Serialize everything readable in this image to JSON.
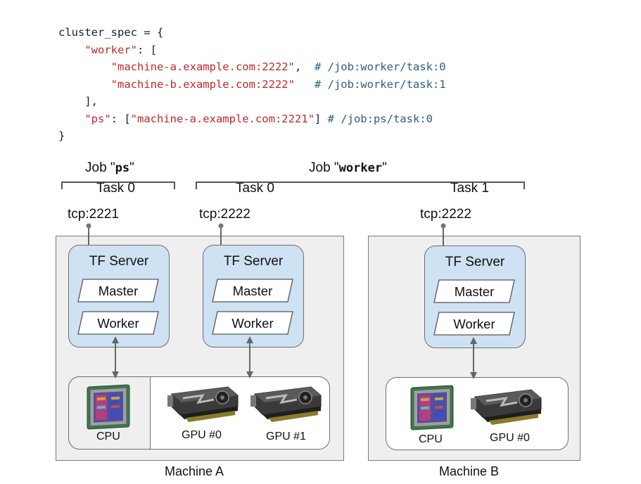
{
  "code": {
    "line1": "cluster_spec = {",
    "worker_key": "\"worker\"",
    "worker_open": ": [",
    "host_a_2222": "\"machine-a.example.com:2222\"",
    "comma": ",",
    "comment_w0": "# /job:worker/task:0",
    "host_b_2222": "\"machine-b.example.com:2222\"",
    "comment_w1": "# /job:worker/task:1",
    "close_list": "],",
    "ps_key": "\"ps\"",
    "ps_open": ": [",
    "host_a_2221": "\"machine-a.example.com:2221\"",
    "ps_close": "]",
    "comment_ps": "# /job:ps/task:0",
    "line_end": "}"
  },
  "jobs": {
    "ps": {
      "prefix": "Job \"",
      "name": "ps",
      "suffix": "\"",
      "task": "Task 0"
    },
    "worker": {
      "prefix": "Job \"",
      "name": "worker",
      "suffix": "\"",
      "task0": "Task 0",
      "task1": "Task 1"
    }
  },
  "ports": {
    "ps": "tcp:2221",
    "worker0": "tcp:2222",
    "worker1": "tcp:2222"
  },
  "server": {
    "title": "TF Server",
    "master": "Master",
    "worker": "Worker"
  },
  "devices": {
    "cpu": "CPU",
    "gpu0": "GPU #0",
    "gpu1": "GPU #1"
  },
  "machines": {
    "a": "Machine A",
    "b": "Machine B"
  },
  "colors": {
    "server_fill": "#cfe2f3",
    "machine_fill": "#efefef",
    "string": "#c0282a",
    "comment": "#2f5f7a"
  }
}
